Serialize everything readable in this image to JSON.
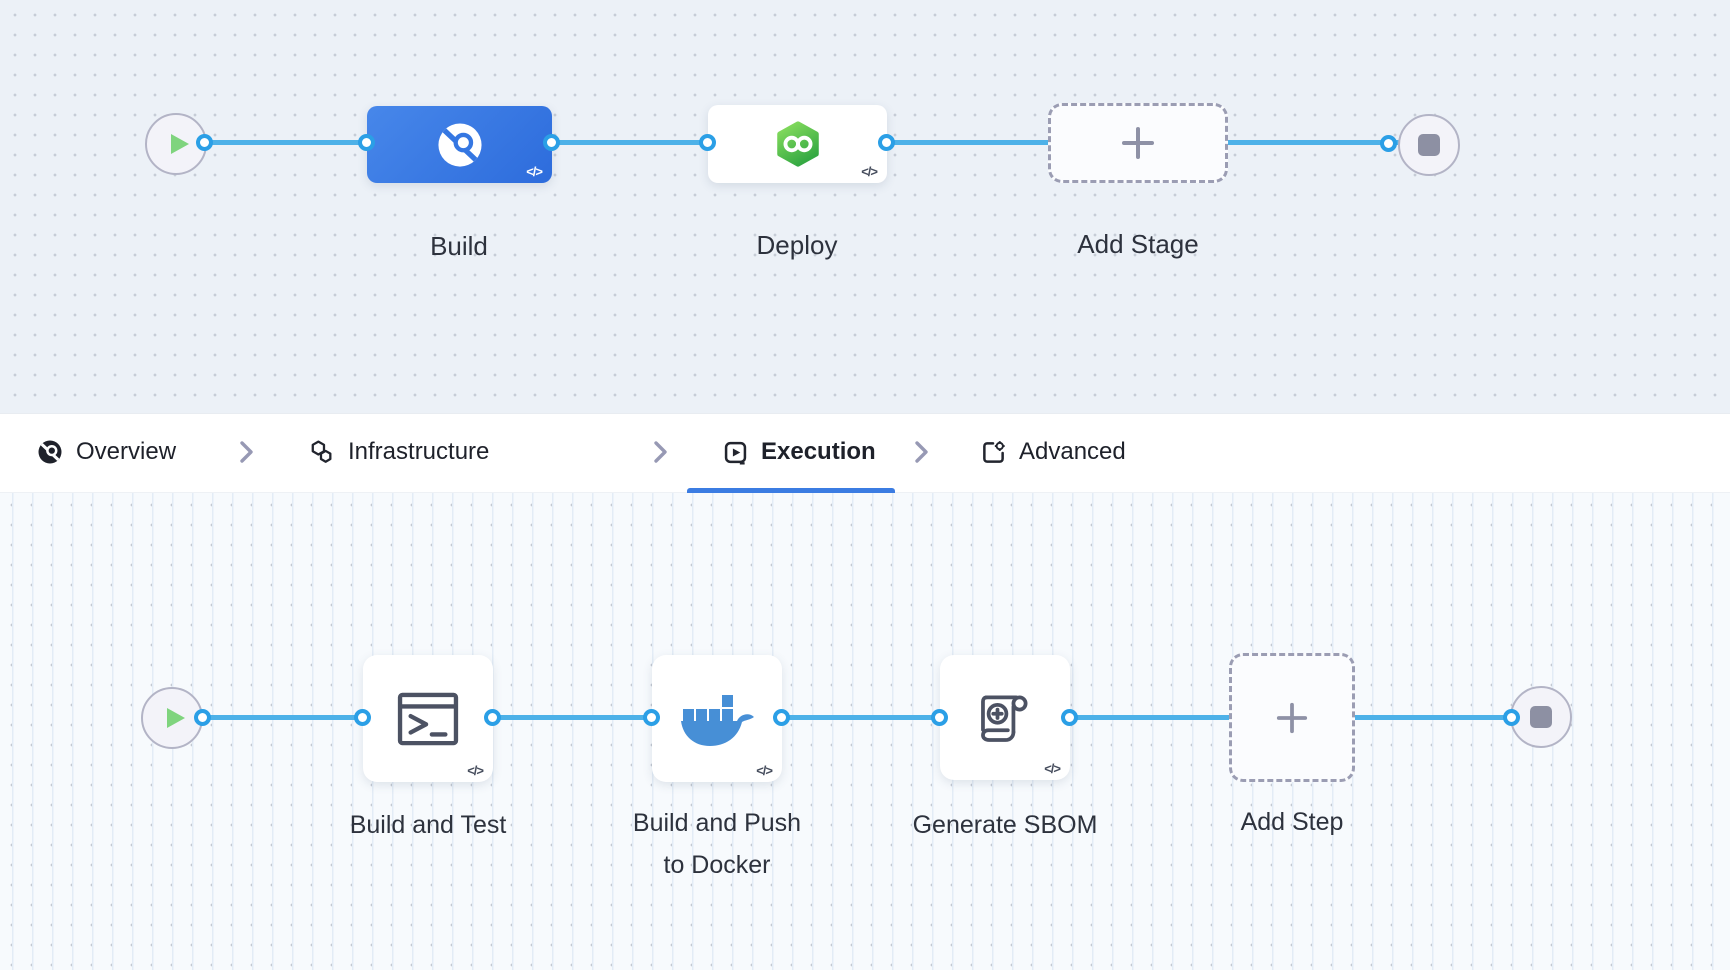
{
  "colors": {
    "stage_build_blue": "#3a7ae2",
    "deploy_green": "#52c241",
    "docker_blue": "#478fd6",
    "connector_blue": "#4db1e8",
    "port_ring_blue": "#2b9fe6",
    "tab_underline_blue": "#3b7ce2",
    "play_green": "#7fd47e",
    "stop_gray": "#8d90a3",
    "canvas_top_bg": "#ecf1f7",
    "canvas_bottom_bg": "#f7fafd"
  },
  "stage_flow": {
    "start_node": {
      "icon": "play-icon"
    },
    "end_node": {
      "icon": "stop-icon"
    },
    "stages": [
      {
        "label": "Build",
        "icon": "ci-build-stage-icon",
        "code_badge": "</>"
      },
      {
        "label": "Deploy",
        "icon": "cd-deploy-stage-icon",
        "code_badge": "</>"
      },
      {
        "label": "Add Stage",
        "icon": "plus-icon"
      }
    ]
  },
  "tabbar": {
    "separator_icon": "chevron-right-icon",
    "tabs": [
      {
        "label": "Overview",
        "icon": "overview-stage-icon",
        "active": false
      },
      {
        "label": "Infrastructure",
        "icon": "infrastructure-icon",
        "active": false
      },
      {
        "label": "Execution",
        "icon": "execution-icon",
        "active": true
      },
      {
        "label": "Advanced",
        "icon": "advanced-icon",
        "active": false
      }
    ]
  },
  "step_flow": {
    "start_node": {
      "icon": "play-icon"
    },
    "end_node": {
      "icon": "stop-icon"
    },
    "steps": [
      {
        "label_lines": [
          "Build and Test"
        ],
        "icon": "terminal-run-step-icon",
        "code_badge": "</>"
      },
      {
        "label_lines": [
          "Build and Push",
          "to Docker"
        ],
        "icon": "docker-icon",
        "code_badge": "</>"
      },
      {
        "label_lines": [
          "Generate SBOM"
        ],
        "icon": "sbom-scroll-icon",
        "code_badge": "</>"
      },
      {
        "label_lines": [
          "Add Step"
        ],
        "icon": "plus-icon"
      }
    ]
  }
}
